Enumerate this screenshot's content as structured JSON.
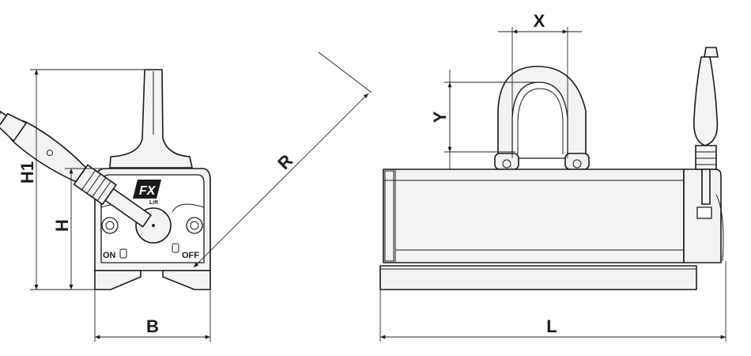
{
  "dimensions": {
    "h1": "H1",
    "h": "H",
    "b": "B",
    "r": "R",
    "x": "X",
    "y": "Y",
    "l": "L"
  },
  "front_view": {
    "logo": "FX",
    "logo_sub": "Lift",
    "on_label": "ON",
    "off_label": "OFF"
  }
}
